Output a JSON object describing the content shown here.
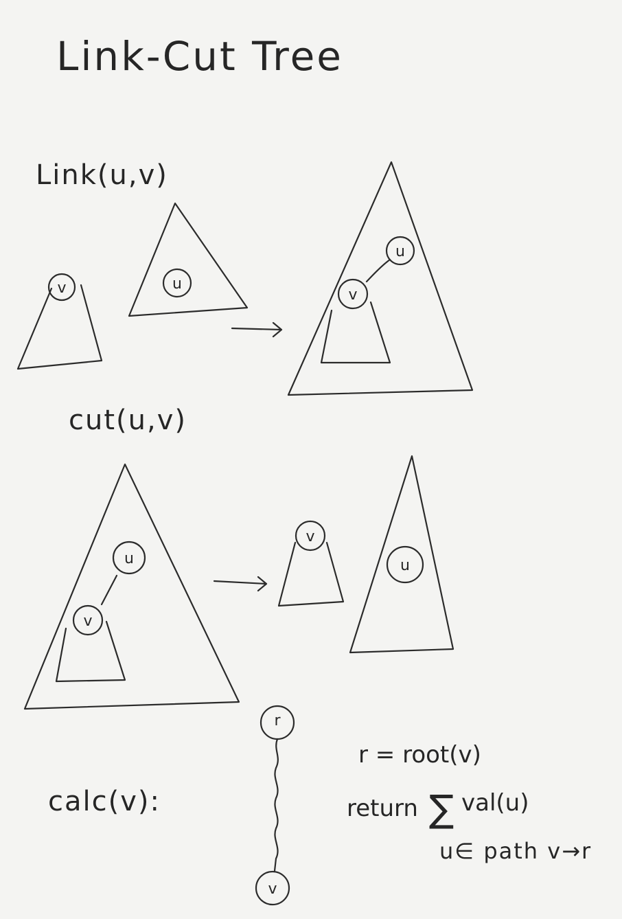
{
  "title": "Link-Cut Tree",
  "link_section": {
    "label": "Link(u,v)",
    "node_v": "v",
    "node_u": "u",
    "result_node_v": "v",
    "result_node_u": "u"
  },
  "cut_section": {
    "label": "cut(u,v)",
    "node_u": "u",
    "node_v": "v",
    "result_node_v": "v",
    "result_node_u": "u"
  },
  "calc_section": {
    "label": "calc(v):",
    "node_root": "r",
    "node_v": "v",
    "line1": "r = root(v)",
    "line2_prefix": "return",
    "line2_sum": "∑",
    "line2_expr": "val(u)",
    "line3": "u∈ path v→r"
  }
}
